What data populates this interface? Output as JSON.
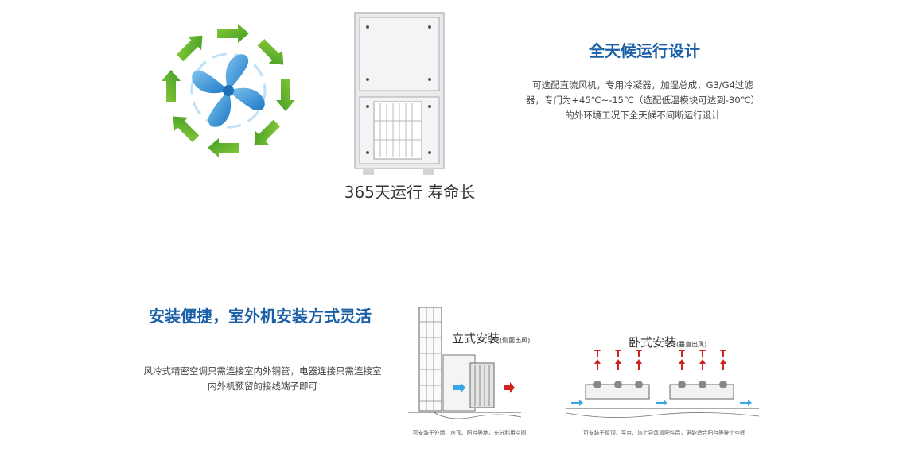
{
  "section1": {
    "caption": "365天运行 寿命长",
    "title": "全天候运行设计",
    "description": "可选配直流风机，专用冷凝器，加湿总成，G3/G4过滤器，专门为+45℃~-15℃（选配低温模块可达到-30℃）的外环境工况下全天候不间断运行设计"
  },
  "section2": {
    "title": "安装便捷，室外机安装方式灵活",
    "description": "风冷式精密空调只需连接室内外铜管，电器连接只需连接室内外机预留的接线端子即可",
    "upright": {
      "label": "立式安装",
      "label_note": "(侧面出风)",
      "note": "可安装于外墙、房顶、阳台等地，充分利用空间"
    },
    "horizontal": {
      "label": "卧式安装",
      "label_note": "(垂直出风)",
      "note": "可安装于屋顶、平台、加上导风管配件后，更能适合阳台等狭小空间"
    }
  },
  "colors": {
    "title_blue": "#1a5fa8",
    "arrow_green": "#5fb12e",
    "fan_blue": "#2f8fd6",
    "air_red": "#d0231f",
    "air_blue": "#3aa6e6"
  },
  "icons": [
    "fan-icon",
    "rotation-arrows-icon",
    "outdoor-unit-icon"
  ]
}
